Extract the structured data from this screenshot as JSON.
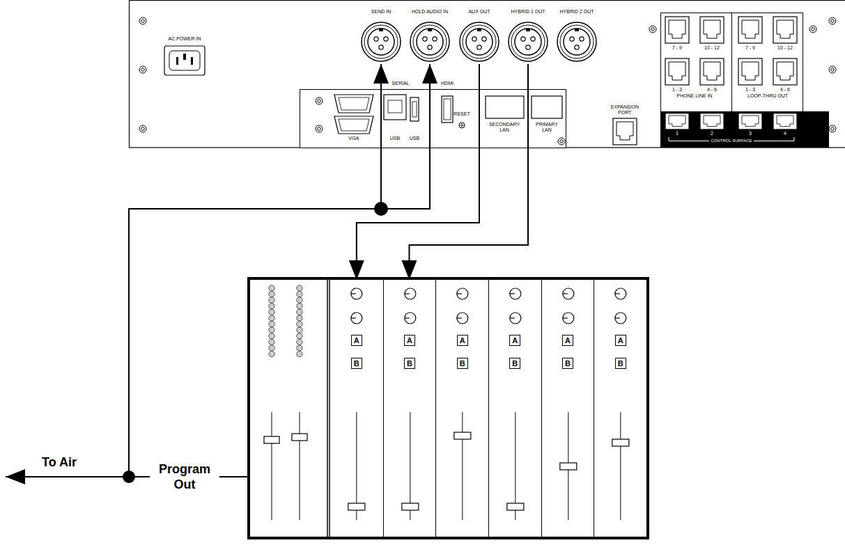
{
  "diagram": {
    "nodes": [
      {
        "text": [
          "SEND IN"
        ]
      },
      {
        "text": [
          "HOLD AUDIO IN"
        ]
      },
      {
        "text": [
          "AUX OUT"
        ]
      },
      {
        "text": [
          "HYBRID 1 OUT"
        ]
      },
      {
        "text": [
          "HYBRID 2 OUT"
        ]
      },
      {
        "text": [
          "To Air"
        ]
      },
      {
        "text": [
          "Program Out"
        ]
      },
      {
        "text": [
          "A",
          "B"
        ],
        "in": 6
      },
      {
        "text": [
          "A",
          "B"
        ],
        "in": 6
      },
      {
        "text": [
          "A",
          "B"
        ],
        "in": 6
      },
      {
        "text": [
          "A",
          "B"
        ],
        "in": 6
      },
      {
        "text": [
          "A",
          "B"
        ],
        "in": 6
      },
      {
        "text": [
          "A",
          "B"
        ],
        "in": 6
      }
    ],
    "edges": [
      {
        "from": 6,
        "to": 5,
        "arrow": "to"
      },
      {
        "from": 6,
        "to": 0,
        "arrow": "to"
      },
      {
        "from": 6,
        "to": 1,
        "arrow": "to"
      },
      {
        "from": 2,
        "to": 7,
        "arrow": "to"
      },
      {
        "from": 3,
        "to": 8,
        "arrow": "to"
      }
    ],
    "labels": [
      "AC POWER IN",
      "SERIAL",
      "HDMI",
      "VGA",
      "USB",
      "USB",
      "RESET",
      "SECONDARY LAN",
      "PRIMARY LAN",
      "EXPANSION PORT",
      "7 - 9",
      "10 - 12",
      "7 - 9",
      "10 - 12",
      "1 - 3",
      "4 - 6",
      "1 - 3",
      "4 - 6",
      "PHONE LINE IN",
      "LOOP-THRU OUT",
      "1",
      "2",
      "3",
      "4",
      "CONTROL SURFACE"
    ]
  }
}
